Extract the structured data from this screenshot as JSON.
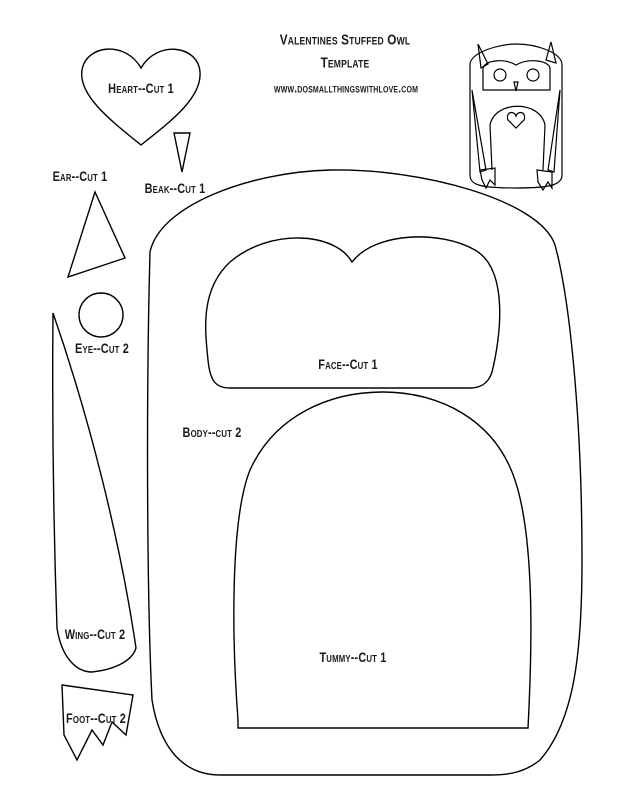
{
  "header": {
    "title_line1": "Valentines Stuffed Owl",
    "title_line2": "Template",
    "website": "www.dosmallthingswithlove.com"
  },
  "pieces": {
    "heart": "Heart--Cut 1",
    "beak": "Beak--Cut 1",
    "ear": "Ear--Cut 1",
    "eye": "Eye--Cut 2",
    "wing": "Wing--Cut 2",
    "foot": "Foot--Cut 2",
    "body": "Body--cut 2",
    "face": "Face--Cut 1",
    "tummy": "Tummy--Cut 1"
  },
  "colors": {
    "line": "#000000",
    "background": "#ffffff"
  }
}
